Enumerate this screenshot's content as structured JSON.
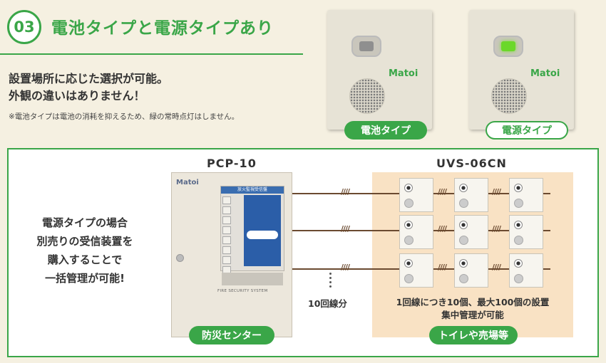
{
  "header": {
    "badge": "03",
    "title": "電池タイプと電源タイプあり"
  },
  "lead": {
    "line1": "設置場所に応じた選択が可能。",
    "line2": "外観の違いはありません！",
    "note": "※電池タイプは電池の消耗を抑えるため、緑の常時点灯はしません。"
  },
  "devices": [
    {
      "logo": "Matoi",
      "label": "電池タイプ",
      "lamp": "off"
    },
    {
      "logo": "Matoi",
      "label": "電源タイプ",
      "lamp": "on"
    }
  ],
  "diagram": {
    "left_text": [
      "電源タイプの場合",
      "別売りの受信装置を",
      "購入することで",
      "一括管理が可能!"
    ],
    "pcp_title": "PCP-10",
    "pcp_logo": "Matoi",
    "pcp_panel_title": "放火監視受信盤",
    "pcp_system_text": "FIRE SECURITY SYSTEM",
    "pcp_label": "防災センター",
    "uvs_title": "UVS-06CN",
    "uvs_label": "トイレや売場等",
    "line_count": "10回線分",
    "caption1": "1回線につき10個、最大100個の設置",
    "caption2": "集中管理が可能",
    "wire_mark": "////"
  },
  "colors": {
    "accent": "#3aa648",
    "background": "#f5f0e1",
    "uvs_area": "#f9e2c4"
  }
}
